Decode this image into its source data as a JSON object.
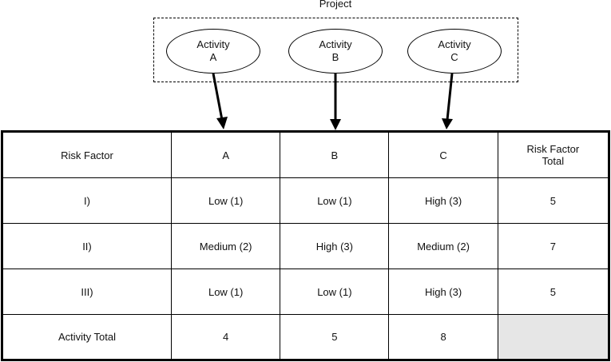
{
  "project": {
    "title": "Project"
  },
  "activities": [
    {
      "line1": "Activity",
      "line2": "A"
    },
    {
      "line1": "Activity",
      "line2": "B"
    },
    {
      "line1": "Activity",
      "line2": "C"
    }
  ],
  "table": {
    "headers": {
      "risk_factor": "Risk Factor",
      "a": "A",
      "b": "B",
      "c": "C",
      "total_line1": "Risk Factor",
      "total_line2": "Total"
    },
    "rows": [
      {
        "factor": "I)",
        "a": "Low (1)",
        "b": "Low (1)",
        "c": "High (3)",
        "total": "5"
      },
      {
        "factor": "II)",
        "a": "Medium (2)",
        "b": "High (3)",
        "c": "Medium (2)",
        "total": "7"
      },
      {
        "factor": "III)",
        "a": "Low (1)",
        "b": "Low (1)",
        "c": "High (3)",
        "total": "5"
      }
    ],
    "activity_total": {
      "label": "Activity Total",
      "a": "4",
      "b": "5",
      "c": "8"
    }
  }
}
